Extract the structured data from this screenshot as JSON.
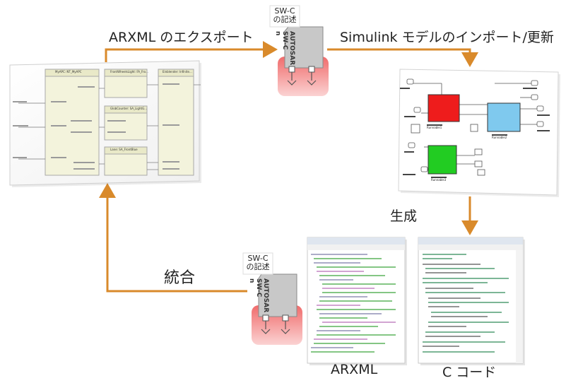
{
  "labels": {
    "arxml_export": "ARXML のエクスポート",
    "simulink_import": "Simulink モデルのインポート/更新",
    "generate": "生成",
    "integrate": "統合",
    "swc_description_top": "SW-C\nの記述",
    "swc_description_bottom": "SW-C\nの記述",
    "arxml_caption": "ARXML",
    "c_code_caption": "C コード"
  },
  "swc_block": {
    "text_line1": "AUTOSAR",
    "text_line2": "SW-C",
    "text_line3": "n"
  },
  "architecture": {
    "components": [
      "MyAPC: NT_MyAPC",
      "FrontWheelsLight: FA_Fro…",
      "Einblender: Infinite…",
      "GlobCounter: SA_LightG…",
      "Lane: SA_FrontBlue"
    ]
  },
  "simulink": {
    "blocks": [
      "Runnable1",
      "Runnable2",
      "Runnable3"
    ]
  },
  "colors": {
    "arrow": "#d98a2b",
    "swc_base": "#f07878",
    "swc_box": "#c9c9c9",
    "runnable1": "#ee1c1c",
    "runnable2": "#7fc9ee",
    "runnable3": "#22cc22"
  }
}
